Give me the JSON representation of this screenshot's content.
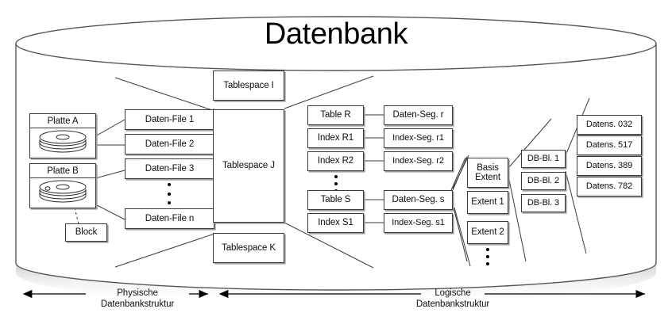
{
  "title": "Datenbank",
  "disks": [
    {
      "name": "disk-platte-a",
      "label": "Platte A"
    },
    {
      "name": "disk-platte-b",
      "label": "Platte B"
    }
  ],
  "block": {
    "label": "Block"
  },
  "data_files": [
    {
      "label": "Daten-File 1"
    },
    {
      "label": "Daten-File 2"
    },
    {
      "label": "Daten-File 3"
    },
    {
      "label": "Daten-File n"
    }
  ],
  "tablespaces": [
    {
      "label": "Tablespace I"
    },
    {
      "label": "Tablespace J"
    },
    {
      "label": "Tablespace K"
    }
  ],
  "objects": [
    {
      "label": "Table R"
    },
    {
      "label": "Index R1"
    },
    {
      "label": "Index R2"
    },
    {
      "label": "Table S"
    },
    {
      "label": "Index S1"
    }
  ],
  "segments": [
    {
      "label": "Daten-Seg. r"
    },
    {
      "label": "Index-Seg. r1"
    },
    {
      "label": "Index-Seg. r2"
    },
    {
      "label": "Daten-Seg. s"
    },
    {
      "label": "Index-Seg. s1"
    }
  ],
  "extents": [
    {
      "line1": "Basis",
      "line2": "Extent"
    },
    {
      "line1": "Extent 1",
      "line2": ""
    },
    {
      "line1": "Extent 2",
      "line2": ""
    }
  ],
  "db_blocks": [
    {
      "label": "DB-Bl. 1"
    },
    {
      "label": "DB-Bl. 2"
    },
    {
      "label": "DB-Bl. 3"
    }
  ],
  "records": [
    {
      "label": "Datens. 032"
    },
    {
      "label": "Datens. 517"
    },
    {
      "label": "Datens. 389"
    },
    {
      "label": "Datens. 782"
    }
  ],
  "axes": [
    {
      "name": "physical",
      "line1": "Physische",
      "line2": "Datenbankstruktur"
    },
    {
      "name": "logical",
      "line1": "Logische",
      "line2": "Datenbankstruktur"
    }
  ],
  "colors": {
    "stroke": "#3a3a3a",
    "cylinder": "#555555",
    "shadow": "#9a9a9a",
    "text": "#0d0d0d"
  }
}
